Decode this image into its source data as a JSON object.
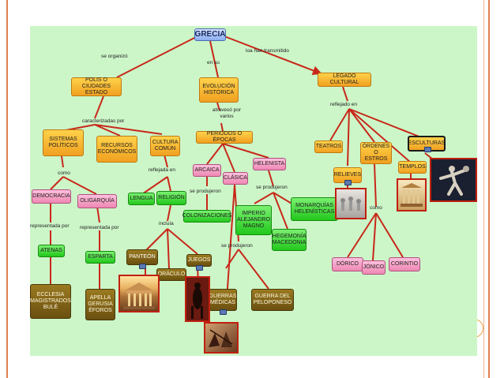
{
  "nodes": {
    "grecia": "GRECIA",
    "polis": "POLIS O CIUDADES ESTADO",
    "evolucion": "EVOLUCIÓN HISTÓRICA",
    "legado": "LEGADO CULTURAL",
    "sistemas": "SISTEMAS POLÍTICOS",
    "recursos": "RECURSOS ECONÓMICOS",
    "cultura": "CULTURA COMÚN",
    "periodos": "PERIODOS O ÉPOCAS",
    "teatros": "TEATROS",
    "ordenes": "ÓRDENES O ESTROS",
    "esculturas": "ESCULTURAS",
    "relieves": "RELIEVES",
    "templos": "TEMPLOS",
    "arcaica": "ARCAICA",
    "clasica": "CLÁSICA",
    "helenista": "HELENISTA",
    "democracia": "DEMOCRACIA",
    "oligarquia": "OLIGARQUÍA",
    "lengua": "LENGUA",
    "religion": "RELIGIÓN",
    "colonizaciones": "COLONIZACIONES",
    "imperio": "IMPERIO ALEJANDRO MAGNO",
    "monarquias": "MONARQUÍAS HELENÍSTICAS",
    "hegemonia": "HEGEMONÍA MACEDONIA",
    "atenas": "ATENAS",
    "esparta": "ESPARTA",
    "panteon": "PANTEÓN",
    "oraculo": "ORÁCULO",
    "juegos": "JUEGOS",
    "ecclesia": "ECCLESIA MAGISTRADOS BULÉ",
    "apella": "APELLA GERUSIA ÉFOROS",
    "guerras_medicas": "GUERRAS MÉDICAS",
    "guerra_peloponeso": "GUERRA DEL PELOPONESO",
    "dorico": "DÓRICO",
    "jonico": "JÓNICO",
    "corintio": "CORINTIO"
  },
  "links": {
    "se_organizo": "se organizó",
    "en_su": "en su",
    "loa_han": "loa han transmitido",
    "caracterizadas": "caracterizadas por",
    "reflejado_en": "reflejado en",
    "atraveso": "atravesó por varios",
    "como1": "como",
    "reflejada_en": "reflejada en",
    "se_produjeron1": "se produjeron",
    "se_produjeron2": "se produjeron",
    "representada1": "representada por",
    "representada2": "representada por",
    "incluia": "incluía",
    "se_produjeron3": "se produjeron",
    "como2": "como"
  },
  "colors": {
    "line": "#c8281a",
    "background": "#ccf6c8",
    "accent": "#e08050"
  },
  "icons": [
    "camera-icon"
  ]
}
